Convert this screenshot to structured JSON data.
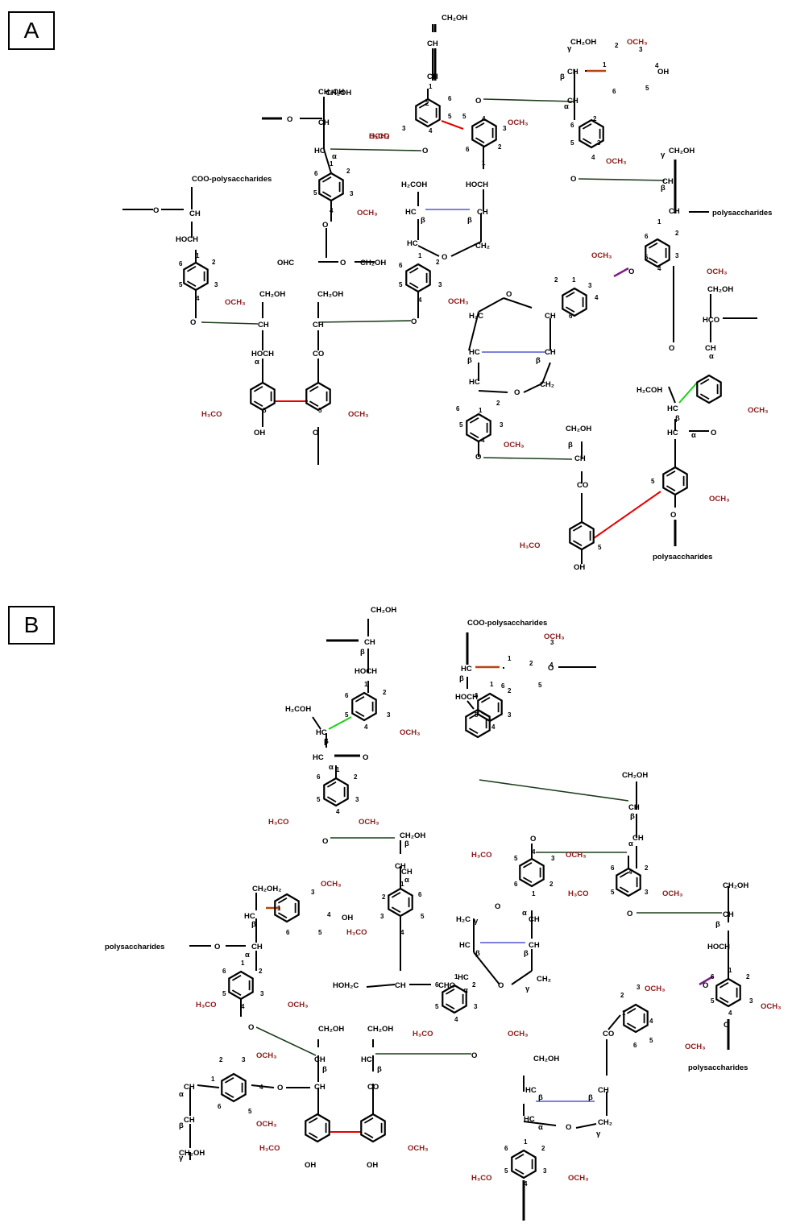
{
  "panels": [
    {
      "label": "A"
    },
    {
      "label": "B"
    }
  ],
  "labels": {
    "ch2oh": "CH₂OH",
    "h2coh": "H₂COH",
    "och3": "OCH₃",
    "h3co": "H₃CO",
    "ch": "CH",
    "hc": "HC",
    "hoch": "HOCH",
    "hco": "HCO",
    "co": "CO",
    "oh": "OH",
    "o": "O",
    "ohc": "OHC",
    "ch2": "CH₂",
    "h2c": "H₂C",
    "ch2oh2": "CH₂OH₂",
    "hoh2c": "HOH₂C",
    "cho": "CHO",
    "coo_poly": "COO-polysaccharides",
    "polysaccharides": "polysaccharides",
    "alpha": "α",
    "beta": "β",
    "gamma": "γ"
  },
  "colors": {
    "bond": "#000000",
    "methoxy": "#8b1a1a",
    "link_5_5": "#e60000",
    "link_beta_5": "#17d117",
    "link_beta_beta": "#7f7fe0",
    "link_4_O_5": "#7a1d86",
    "link_beta_1": "#b5470f",
    "link_beta_O_4": "#1d3d1d"
  }
}
